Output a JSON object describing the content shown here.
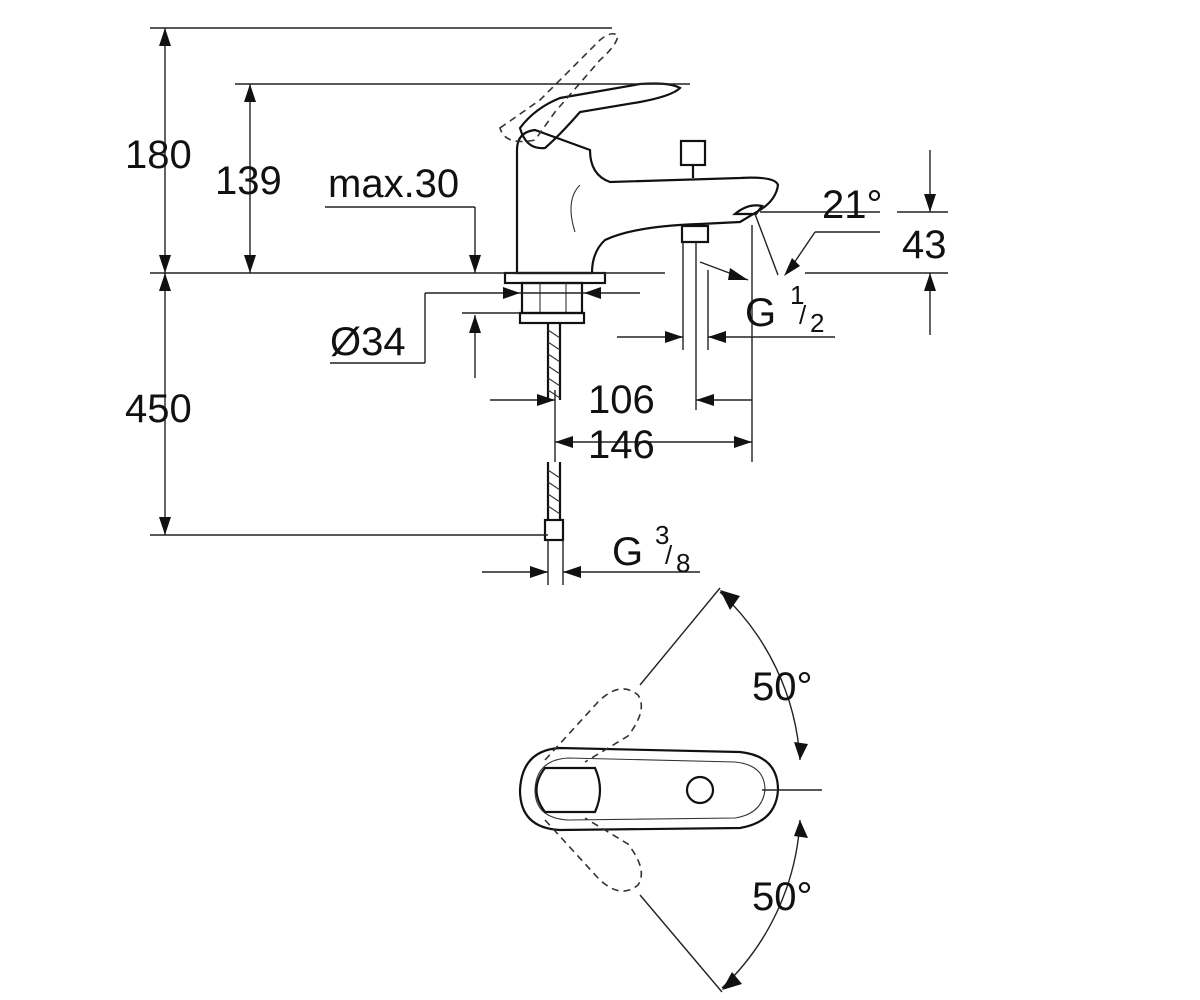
{
  "side_view": {
    "total_height": "180",
    "lever_height": "139",
    "max_deck_thickness": "max.30",
    "hole_diameter": "Ø34",
    "hose_length": "450",
    "spout_projection": "106",
    "spout_reach": "146",
    "spout_angle": "21°",
    "outlet_height": "43",
    "outlet_thread": {
      "main": "G",
      "num": "1",
      "den": "2"
    },
    "supply_thread": {
      "main": "G",
      "num": "3",
      "den": "8"
    }
  },
  "top_view": {
    "lever_swing_upper": "50°",
    "lever_swing_lower": "50°"
  }
}
